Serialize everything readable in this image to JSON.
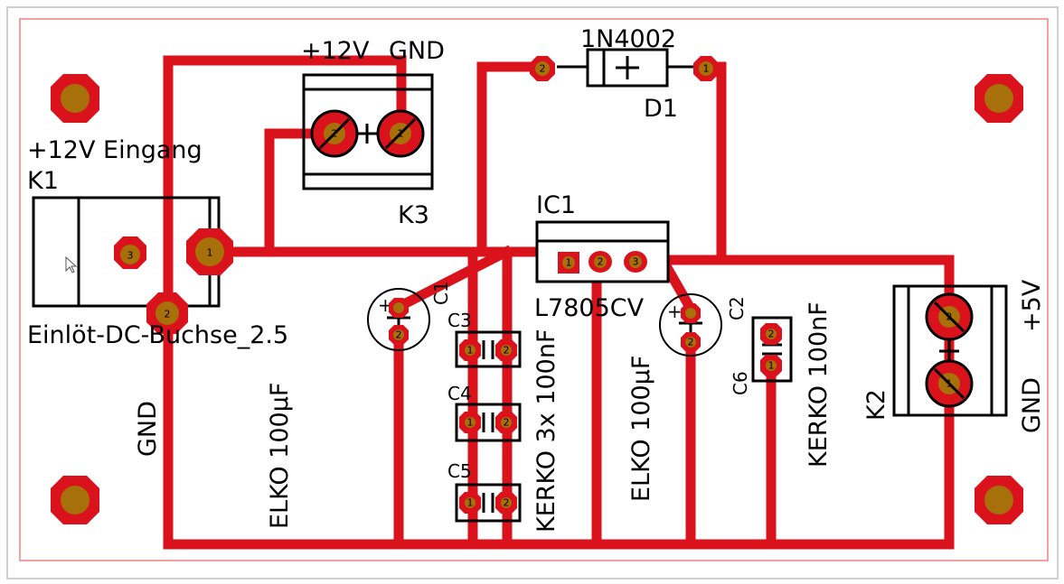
{
  "colors": {
    "trace": "#d9121b",
    "pad_copper": "#a8700a",
    "outline": "#000000",
    "board_edge": "#f4a0a0",
    "background": "#ffffff"
  },
  "labels": {
    "k1_desc": "+12V Eingang",
    "k1_name": "K1",
    "k1_value": "Einlöt-DC-Buchse_2.5",
    "k3_vplus": "+12V",
    "k3_gnd": "GND",
    "k3_name": "K3",
    "d1_value": "1N4002",
    "d1_name": "D1",
    "ic1_name": "IC1",
    "ic1_value": "L7805CV",
    "c1_name": "C1",
    "c2_name": "C2",
    "c3_name": "C3",
    "c4_name": "C4",
    "c5_name": "C5",
    "c6_name": "C6",
    "gnd_left": "GND",
    "elko_left": "ELKO 100µF",
    "kerko_3x": "KERKO 3x 100nF",
    "elko_mid": "ELKO 100µF",
    "kerko_right": "KERKO 100nF",
    "k2_name": "K2",
    "k2_vplus": "+5V",
    "k2_gnd": "GND"
  },
  "pins": {
    "one": "1",
    "two": "2",
    "three": "3"
  }
}
